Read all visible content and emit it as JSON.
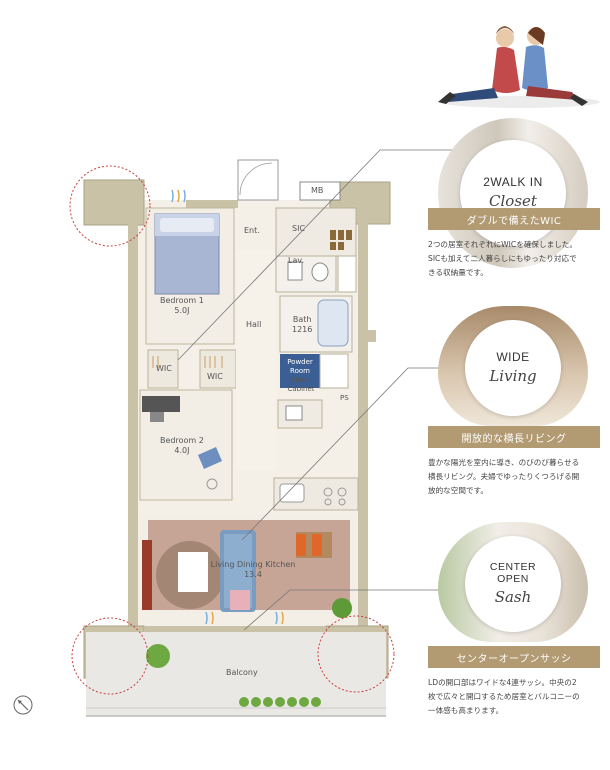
{
  "rooms": {
    "bedroom1": {
      "name": "Bedroom 1",
      "size": "5.0J"
    },
    "bedroom2": {
      "name": "Bedroom 2",
      "size": "4.0J"
    },
    "ldk": {
      "name": "Living Dining Kitchen",
      "size": "13.4"
    },
    "bath": {
      "name": "Bath",
      "size": "1216"
    },
    "hall": "Hall",
    "ent": "Ent.",
    "sic": "SIC",
    "lav": "Lav.",
    "mb": "MB",
    "wic_a": "WIC",
    "wic_b": "WIC",
    "powder_room": "Powder Room",
    "linen": "Linen Cabinet",
    "balcony": "Balcony",
    "ps": "PS"
  },
  "features": [
    {
      "title_top": "2WALK IN",
      "title_script": "Closet",
      "ribbon": "ダブルで備えたWIC",
      "desc_lines": [
        "2つの居室それぞれにWICを確保しました。",
        "SICも加えて二人暮らしにもゆったり対応で",
        "きる収納量です。"
      ]
    },
    {
      "title_top": "WIDE",
      "title_script": "Living",
      "ribbon": "開放的な横長リビング",
      "desc_lines": [
        "豊かな陽光を室内に導き、のびのび暮らせる",
        "横長リビング。夫婦でゆったりくつろげる開",
        "放的な空間です。"
      ]
    },
    {
      "title_top": "CENTER OPEN",
      "title_script": "Sash",
      "ribbon": "センターオープンサッシ",
      "desc_lines": [
        "LDの開口部はワイドな4連サッシ。中央の2",
        "枚で広々と開口するため居室とバルコニーの",
        "一体感も高まります。"
      ]
    }
  ],
  "colors": {
    "wall": "#c9c2a6",
    "floor": "#f3efe6",
    "rug": "#c6a596",
    "rug_circle": "#a48675",
    "sofa": "#7a9cc0",
    "ribbon": "#b29a72",
    "leader": "#777777",
    "dotted": "#c84040",
    "balcony": "#eae8e4",
    "greenery": "#6ea840"
  }
}
